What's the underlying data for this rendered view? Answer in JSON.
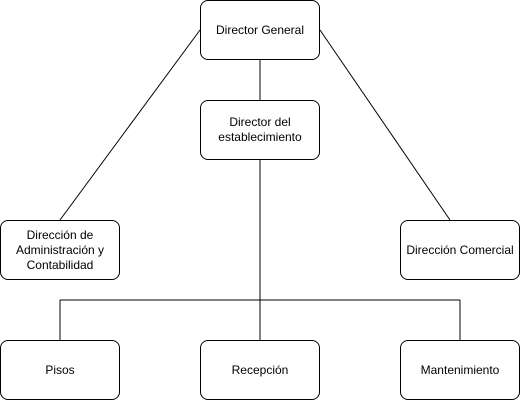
{
  "diagram": {
    "nodes": {
      "director_general": "Director General",
      "director_establecimiento": "Director del\nestablecimiento",
      "direccion_administracion": "Dirección de\nAdministración y\nContabilidad",
      "direccion_comercial": "Dirección Comercial",
      "pisos": "Pisos",
      "recepcion": "Recepción",
      "mantenimiento": "Mantenimiento"
    },
    "edges": [
      {
        "from": "director_general",
        "to": "direccion_administracion"
      },
      {
        "from": "director_general",
        "to": "director_establecimiento"
      },
      {
        "from": "director_general",
        "to": "direccion_comercial"
      },
      {
        "from": "director_establecimiento",
        "to": "pisos"
      },
      {
        "from": "director_establecimiento",
        "to": "recepcion"
      },
      {
        "from": "director_establecimiento",
        "to": "mantenimiento"
      }
    ],
    "colors": {
      "line": "#000000",
      "box_border": "#000000",
      "box_fill": "#ffffff",
      "text": "#000000"
    }
  }
}
